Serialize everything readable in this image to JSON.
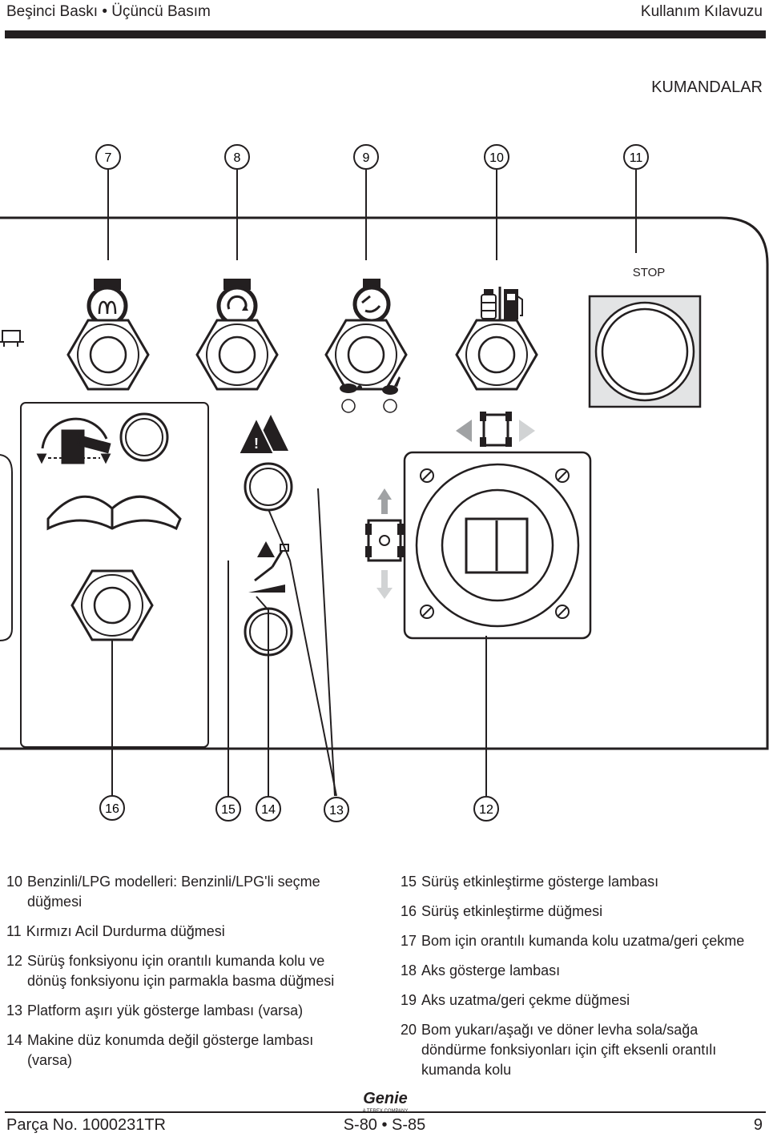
{
  "header": {
    "left": "Beşinci Baskı • Üçüncü Basım",
    "right": "Kullanım Kılavuzu"
  },
  "section_title": "KUMANDALAR",
  "diagram": {
    "top_callouts": [
      "7",
      "8",
      "9",
      "10",
      "11"
    ],
    "bottom_callouts": [
      "16",
      "15",
      "14",
      "13",
      "12"
    ],
    "stop_label": "STOP"
  },
  "legend_left": [
    {
      "num": "10",
      "text": "Benzinli/LPG modelleri: Benzinli/LPG'li seçme düğmesi"
    },
    {
      "num": "11",
      "text": "Kırmızı Acil Durdurma düğmesi"
    },
    {
      "num": "12",
      "text": "Sürüş fonksiyonu için orantılı kumanda kolu ve dönüş fonksiyonu için parmakla basma düğmesi"
    },
    {
      "num": "13",
      "text": "Platform aşırı yük gösterge lambası (varsa)"
    },
    {
      "num": "14",
      "text": "Makine düz konumda değil gösterge lambası (varsa)"
    }
  ],
  "legend_right": [
    {
      "num": "15",
      "text": "Sürüş etkinleştirme gösterge lambası"
    },
    {
      "num": "16",
      "text": "Sürüş etkinleştirme düğmesi"
    },
    {
      "num": "17",
      "text": "Bom için orantılı kumanda kolu uzatma/geri çekme"
    },
    {
      "num": "18",
      "text": "Aks gösterge lambası"
    },
    {
      "num": "19",
      "text": "Aks uzatma/geri çekme düğmesi"
    },
    {
      "num": "20",
      "text": "Bom yukarı/aşağı ve döner levha sola/sağa döndürme fonksiyonları için çift eksenli orantılı kumanda kolu"
    }
  ],
  "logo": {
    "brand": "Genie",
    "tagline": "A TEREX COMPANY"
  },
  "footer": {
    "left": "Parça No. 1000231TR",
    "center": "S-80 • S-85",
    "right": "9"
  }
}
